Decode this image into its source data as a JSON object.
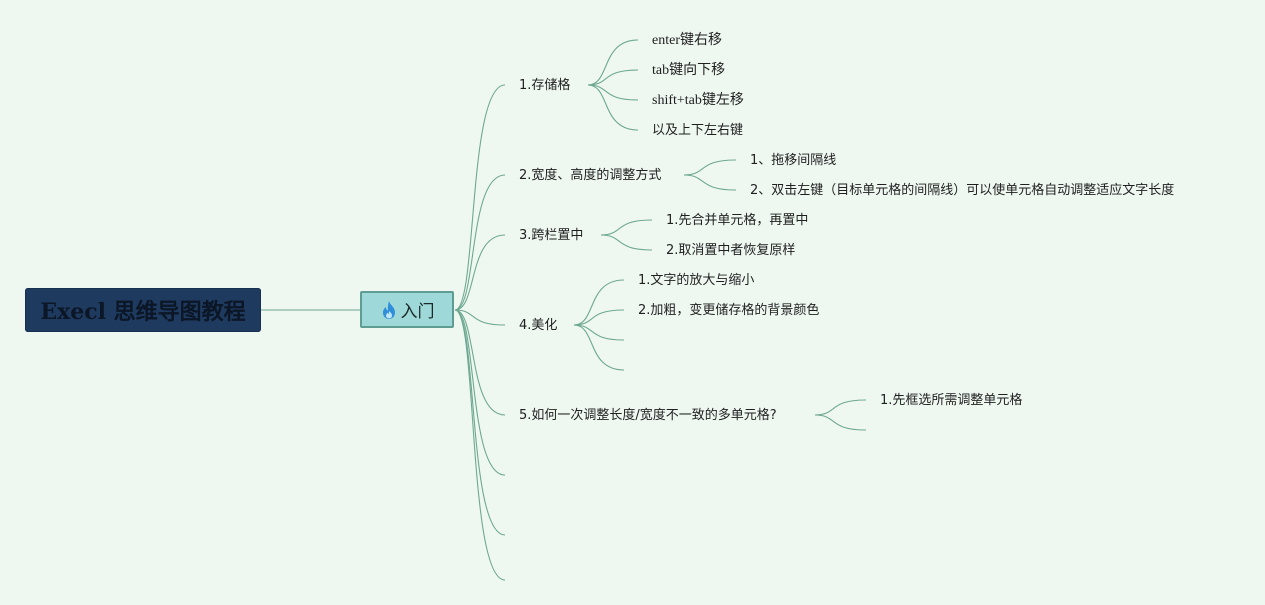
{
  "root": {
    "title": "Execl 思维导图教程"
  },
  "hub": {
    "label": "入门",
    "icon": "fire-icon"
  },
  "branches": [
    {
      "label": "1.存储格",
      "children": [
        "enter键右移",
        "tab键向下移",
        "shift+tab键左移",
        "以及上下左右键"
      ]
    },
    {
      "label": "2.宽度、高度的调整方式",
      "children": [
        "1、拖移间隔线",
        "2、双击左键（目标单元格的间隔线）可以使单元格自动调整适应文字长度"
      ]
    },
    {
      "label": "3.跨栏置中",
      "children": [
        "1.先合并单元格，再置中",
        "2.取消置中者恢复原样"
      ]
    },
    {
      "label": "4.美化",
      "children": [
        "1.文字的放大与缩小",
        "2.加粗，变更储存格的背景颜色",
        "",
        ""
      ]
    },
    {
      "label": "5.如何一次调整长度/宽度不一致的多单元格?",
      "children": [
        "1.先框选所需调整单元格",
        ""
      ]
    },
    {
      "label": "",
      "children": []
    },
    {
      "label": "",
      "children": []
    },
    {
      "label": "",
      "children": []
    }
  ],
  "colors": {
    "root_bg": "#1f3a5f",
    "hub_bg": "#9fd8d8",
    "line": "#6fa892",
    "canvas": "#eef8f1"
  }
}
